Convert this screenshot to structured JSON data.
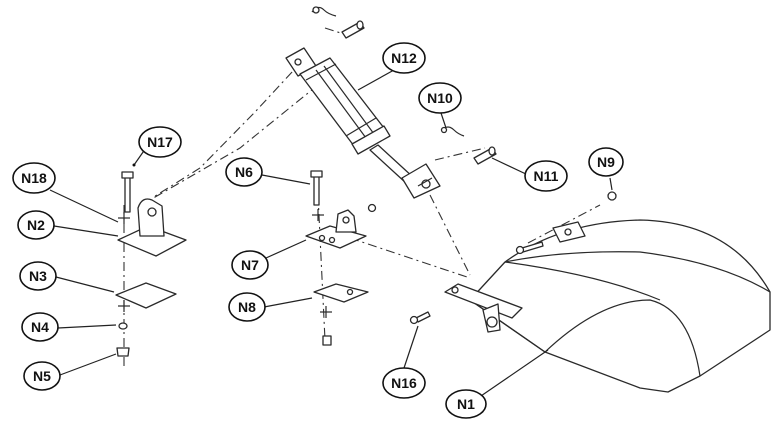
{
  "callouts": {
    "n1": "N1",
    "n2": "N2",
    "n3": "N3",
    "n4": "N4",
    "n5": "N5",
    "n6": "N6",
    "n7": "N7",
    "n8": "N8",
    "n9": "N9",
    "n10": "N10",
    "n11": "N11",
    "n12": "N12",
    "n16": "N16",
    "n17": "N17",
    "n18": "N18"
  },
  "colors": {
    "line": "#2a2a2a",
    "background": "#ffffff"
  }
}
